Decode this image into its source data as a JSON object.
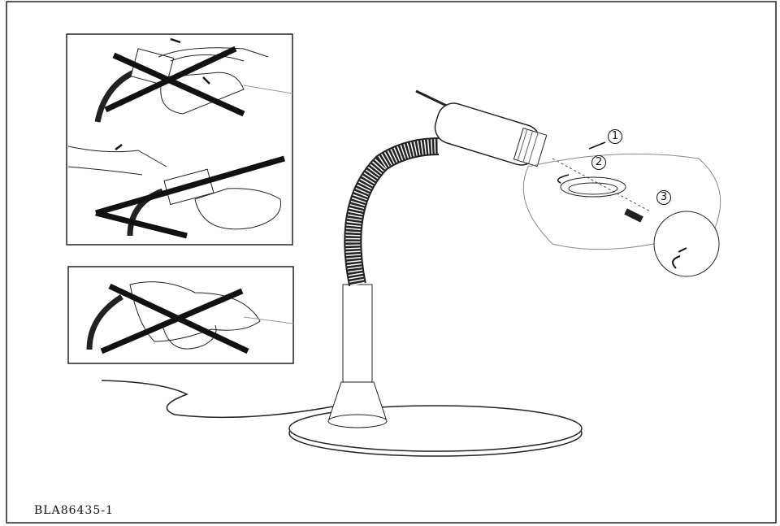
{
  "document_code": "BLA86435-1",
  "steps": [
    "1",
    "2",
    "3"
  ]
}
